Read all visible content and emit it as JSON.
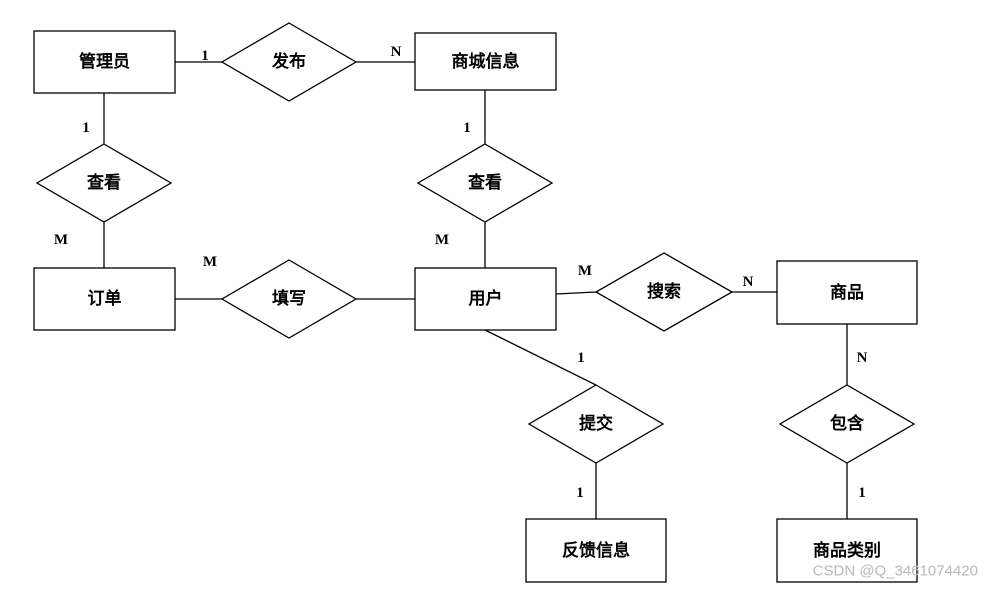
{
  "entities": {
    "admin": "管理员",
    "mall_info": "商城信息",
    "order": "订单",
    "user": "用户",
    "product": "商品",
    "feedback": "反馈信息",
    "category": "商品类别"
  },
  "relationships": {
    "publish": "发布",
    "admin_view": "查看",
    "user_view": "查看",
    "fill": "填写",
    "search": "搜索",
    "submit": "提交",
    "contain": "包含"
  },
  "cardinalities": {
    "admin_publish": "1",
    "publish_mall_info": "N",
    "admin_view": "1",
    "view_order": "M",
    "mall_info_view": "1",
    "view_user": "M",
    "order_fill": "M",
    "user_search": "M",
    "search_product": "N",
    "user_submit": "1",
    "submit_feedback": "1",
    "product_contain": "N",
    "contain_category": "1"
  },
  "watermark": "CSDN @Q_3461074420"
}
